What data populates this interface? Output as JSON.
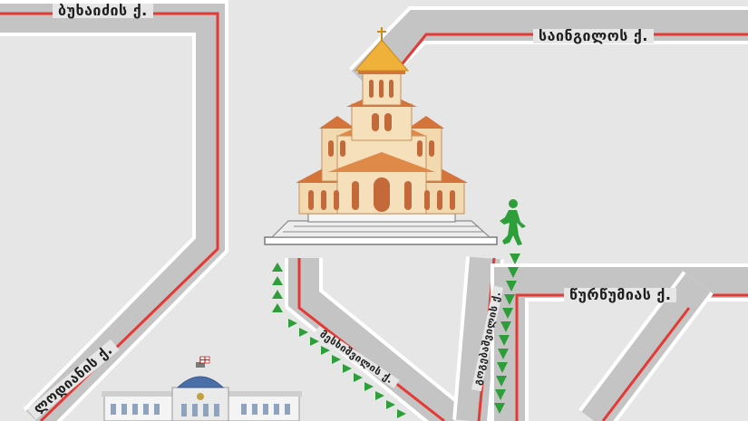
{
  "map": {
    "streets": {
      "bukhaidze": "ბუხაიძის ქ.",
      "sainguilo": "საინგილოს ქ.",
      "tsurtsumia": "წურწუმიას ქ.",
      "meskhishvili": "მესხიშვილის ქ.",
      "gogebashvili": "გოგებაშვილის ქ.",
      "chodrishvili": "ლოდიანის ქ."
    },
    "colors": {
      "background": "#e6e6e6",
      "road": "#c4c4c4",
      "road_edge": "#ffffff",
      "road_line": "#e53935",
      "walk_route": "#2e9e3a",
      "cathedral_wall": "#f3d9b0",
      "cathedral_roof": "#d4743a",
      "dome_gold": "#f0b13a"
    },
    "icons": {
      "pedestrian": "walking-person-icon",
      "cathedral": "cathedral-icon",
      "palace": "palace-icon"
    }
  }
}
